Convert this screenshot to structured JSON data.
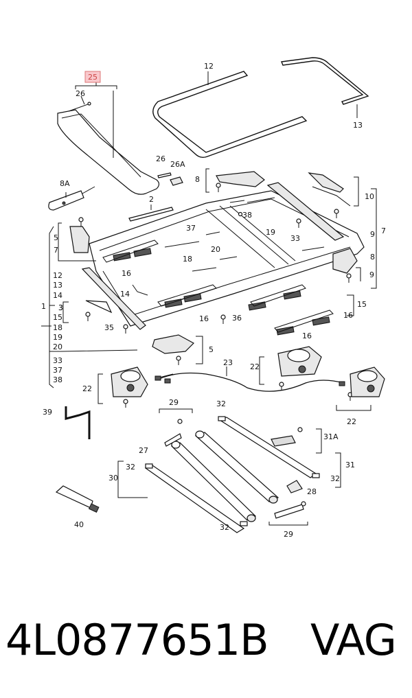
{
  "labels": {
    "l12": "12",
    "l13": "13",
    "l25": "25",
    "l26a": "26",
    "l26b": "26",
    "l26A": "26A",
    "l8A": "8A",
    "l8a": "8",
    "l10": "10",
    "l7": "7",
    "l9a": "9",
    "l9b": "9",
    "l8b": "8",
    "l2": "2",
    "l37": "37",
    "l38": "38",
    "l19": "19",
    "l33": "33",
    "l20": "20",
    "l18": "18",
    "l16a": "16",
    "l16b": "16",
    "l16c": "16",
    "l16d": "16",
    "l14a": "14",
    "l15a": "15",
    "l36": "36",
    "l35": "35",
    "l5a": "5",
    "l7b": "7",
    "l5b": "5",
    "l3": "3",
    "l23": "23",
    "l22a": "22",
    "l22b": "22",
    "l22c": "22",
    "l39": "39",
    "l29a": "29",
    "l32a": "32",
    "l31A": "31A",
    "l27": "27",
    "l31": "31",
    "l30": "30",
    "l32b": "32",
    "l32c": "32",
    "l28": "28",
    "l40": "40",
    "l32d": "32",
    "l29b": "29"
  },
  "group1": [
    "12",
    "13",
    "14",
    "3",
    "15",
    "18",
    "19",
    "20",
    "33",
    "37",
    "38"
  ],
  "group1_label": "1",
  "part_number": "4L0877651B",
  "brand": "VAG"
}
